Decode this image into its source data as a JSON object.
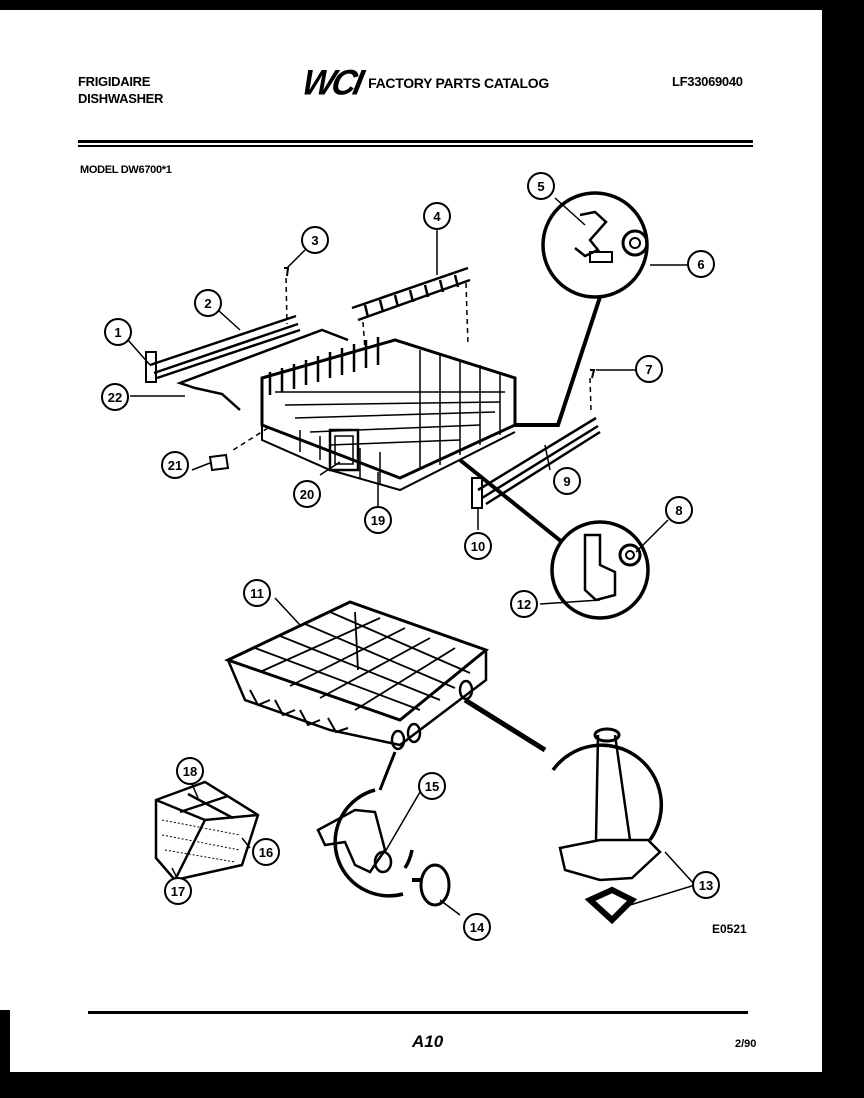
{
  "header": {
    "brand_line1": "FRIGIDAIRE",
    "brand_line2": "DISHWASHER",
    "logo": "WCI",
    "catalog_title": "FACTORY PARTS CATALOG",
    "catalog_number": "LF33069040"
  },
  "model": "MODEL DW6700*1",
  "diagram": {
    "drawing_code": "E0521",
    "callouts": [
      {
        "id": "1",
        "label": "1"
      },
      {
        "id": "2",
        "label": "2"
      },
      {
        "id": "3",
        "label": "3"
      },
      {
        "id": "4",
        "label": "4"
      },
      {
        "id": "5",
        "label": "5"
      },
      {
        "id": "6",
        "label": "6"
      },
      {
        "id": "7",
        "label": "7"
      },
      {
        "id": "8",
        "label": "8"
      },
      {
        "id": "9",
        "label": "9"
      },
      {
        "id": "10",
        "label": "10"
      },
      {
        "id": "11",
        "label": "11"
      },
      {
        "id": "12",
        "label": "12"
      },
      {
        "id": "13",
        "label": "13"
      },
      {
        "id": "14",
        "label": "14"
      },
      {
        "id": "15",
        "label": "15"
      },
      {
        "id": "16",
        "label": "16"
      },
      {
        "id": "17",
        "label": "17"
      },
      {
        "id": "18",
        "label": "18"
      },
      {
        "id": "19",
        "label": "19"
      },
      {
        "id": "20",
        "label": "20"
      },
      {
        "id": "21",
        "label": "21"
      },
      {
        "id": "22",
        "label": "22"
      }
    ]
  },
  "footer": {
    "page": "A10",
    "date": "2/90"
  }
}
